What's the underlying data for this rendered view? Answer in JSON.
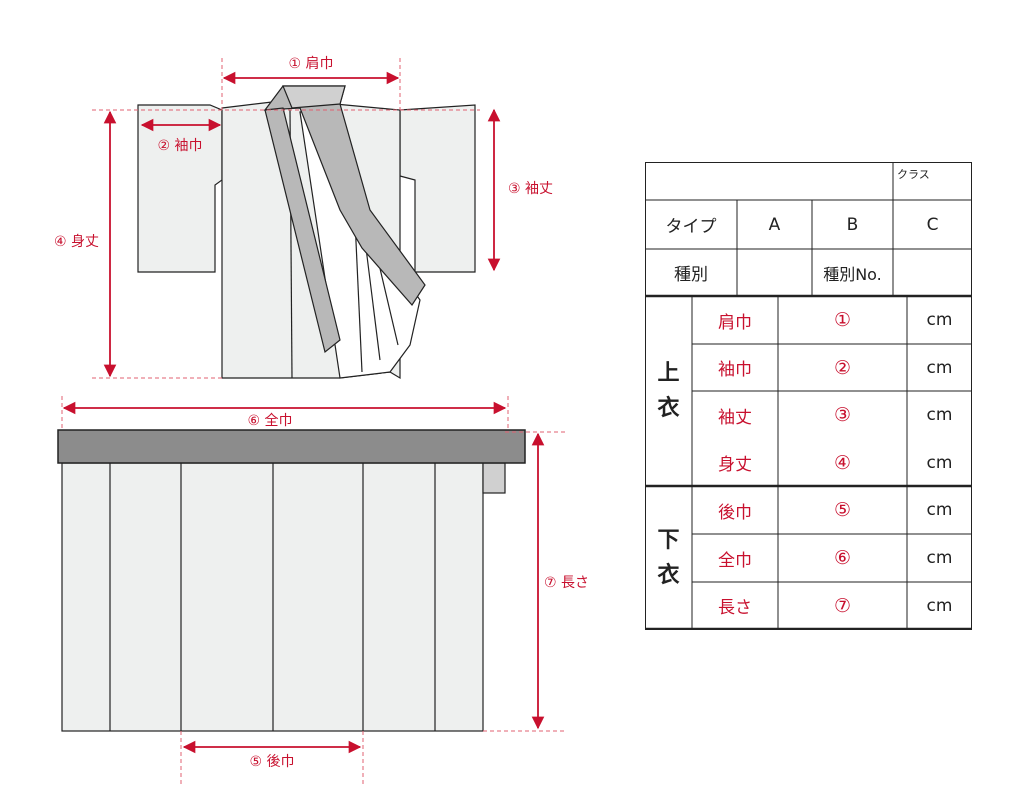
{
  "labels": {
    "shoulder_width": "① 肩巾",
    "sleeve_width": "② 袖巾",
    "sleeve_length": "③ 袖丈",
    "body_length": "④ 身丈",
    "full_width": "⑥ 全巾",
    "length": "⑦ 長さ",
    "back_width": "⑤ 後巾"
  },
  "table": {
    "class_label": "クラス",
    "type_label": "タイプ",
    "types": [
      "A",
      "B",
      "C"
    ],
    "category_label": "種別",
    "category_no_label": "種別No.",
    "upper": {
      "group_chars": [
        "上",
        "衣"
      ],
      "rows": [
        {
          "name": "肩巾",
          "num": "①",
          "unit": "cm"
        },
        {
          "name": "袖巾",
          "num": "②",
          "unit": "cm"
        },
        {
          "name": "袖丈",
          "num": "③",
          "unit": "cm"
        },
        {
          "name": "身丈",
          "num": "④",
          "unit": "cm"
        }
      ]
    },
    "lower": {
      "group_chars": [
        "下",
        "衣"
      ],
      "rows": [
        {
          "name": "後巾",
          "num": "⑤",
          "unit": "cm"
        },
        {
          "name": "全巾",
          "num": "⑥",
          "unit": "cm"
        },
        {
          "name": "長さ",
          "num": "⑦",
          "unit": "cm"
        }
      ]
    }
  },
  "colors": {
    "accent_red": "#c8102e",
    "garment_fill": "#eef0ef",
    "collar_gray": "#b8b8b8",
    "waistband_gray": "#8c8c8c"
  }
}
